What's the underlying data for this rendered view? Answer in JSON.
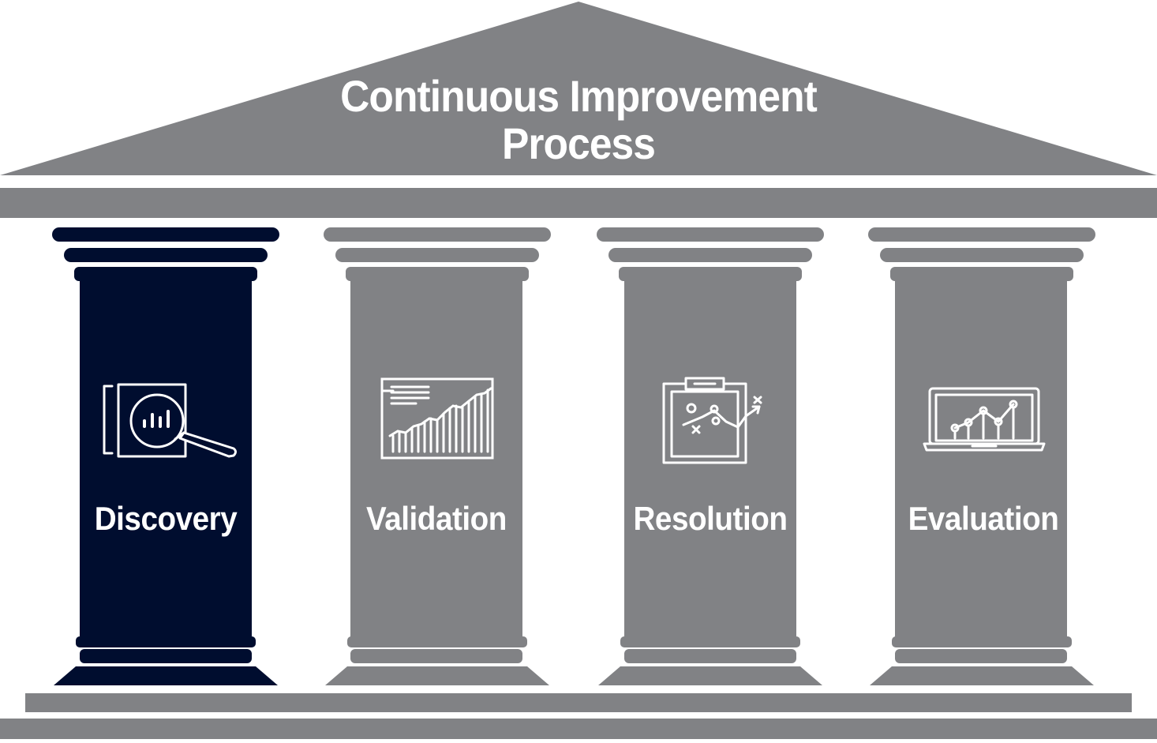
{
  "title": {
    "line1": "Continuous Improvement",
    "line2": "Process"
  },
  "colors": {
    "structure": "#818285",
    "highlight": "#000d2f",
    "background": "#ffffff",
    "text": "#ffffff"
  },
  "pillars": [
    {
      "label": "Discovery",
      "icon": "magnifier-bar-chart-icon",
      "active": true
    },
    {
      "label": "Validation",
      "icon": "dashboard-growth-chart-icon",
      "active": false
    },
    {
      "label": "Resolution",
      "icon": "clipboard-strategy-icon",
      "active": false
    },
    {
      "label": "Evaluation",
      "icon": "laptop-line-chart-icon",
      "active": false
    }
  ]
}
